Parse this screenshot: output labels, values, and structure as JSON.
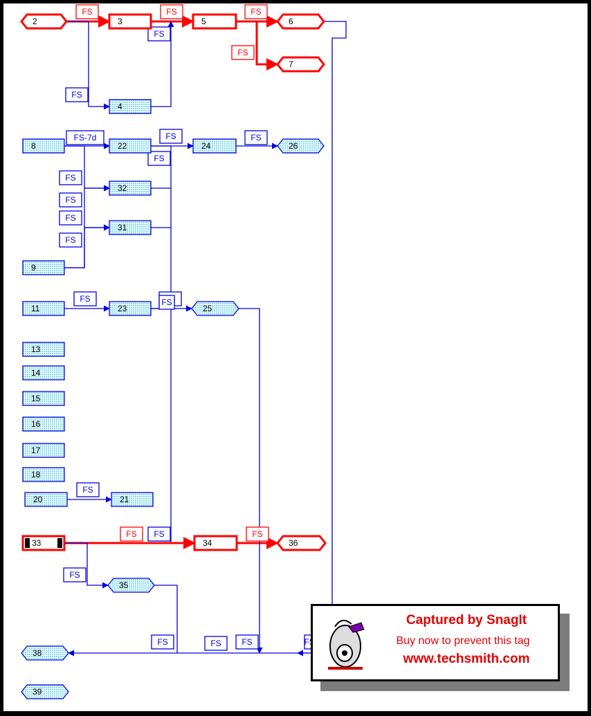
{
  "colors": {
    "critical": "#ff0000",
    "normal": "#0000e0",
    "fill_dotted": "#9fe8f2",
    "background": "#ffffff",
    "tag_red": "#e10000"
  },
  "nodes": [
    {
      "id": "n2",
      "label": "2",
      "shape": "milestone",
      "critical": true
    },
    {
      "id": "n3",
      "label": "3",
      "shape": "box",
      "critical": true
    },
    {
      "id": "n5",
      "label": "5",
      "shape": "box",
      "critical": true
    },
    {
      "id": "n6",
      "label": "6",
      "shape": "milestone",
      "critical": true
    },
    {
      "id": "n7",
      "label": "7",
      "shape": "milestone",
      "critical": true
    },
    {
      "id": "n4",
      "label": "4",
      "shape": "box",
      "critical": false
    },
    {
      "id": "n8",
      "label": "8",
      "shape": "box",
      "critical": false
    },
    {
      "id": "n22",
      "label": "22",
      "shape": "box",
      "critical": false
    },
    {
      "id": "n24",
      "label": "24",
      "shape": "box",
      "critical": false
    },
    {
      "id": "n26",
      "label": "26",
      "shape": "milestone",
      "critical": false
    },
    {
      "id": "n32",
      "label": "32",
      "shape": "box",
      "critical": false
    },
    {
      "id": "n31",
      "label": "31",
      "shape": "box",
      "critical": false
    },
    {
      "id": "n9",
      "label": "9",
      "shape": "box",
      "critical": false
    },
    {
      "id": "n11",
      "label": "11",
      "shape": "box",
      "critical": false
    },
    {
      "id": "n23",
      "label": "23",
      "shape": "box",
      "critical": false
    },
    {
      "id": "n25",
      "label": "25",
      "shape": "milestone",
      "critical": false
    },
    {
      "id": "n13",
      "label": "13",
      "shape": "box",
      "critical": false
    },
    {
      "id": "n14",
      "label": "14",
      "shape": "box",
      "critical": false
    },
    {
      "id": "n15",
      "label": "15",
      "shape": "box",
      "critical": false
    },
    {
      "id": "n16",
      "label": "16",
      "shape": "box",
      "critical": false
    },
    {
      "id": "n17",
      "label": "17",
      "shape": "box",
      "critical": false
    },
    {
      "id": "n18",
      "label": "18",
      "shape": "box",
      "critical": false
    },
    {
      "id": "n20",
      "label": "20",
      "shape": "box",
      "critical": false
    },
    {
      "id": "n21",
      "label": "21",
      "shape": "box",
      "critical": false
    },
    {
      "id": "n33",
      "label": "33",
      "shape": "box",
      "critical": true,
      "selected": true
    },
    {
      "id": "n34",
      "label": "34",
      "shape": "box",
      "critical": true
    },
    {
      "id": "n36",
      "label": "36",
      "shape": "milestone",
      "critical": true
    },
    {
      "id": "n35",
      "label": "35",
      "shape": "milestone",
      "critical": false
    },
    {
      "id": "n38",
      "label": "38",
      "shape": "milestone",
      "critical": false
    },
    {
      "id": "n39",
      "label": "39",
      "shape": "milestone",
      "critical": false
    }
  ],
  "links": [
    {
      "from": "n2",
      "to": "n3",
      "type": "FS",
      "critical": true
    },
    {
      "from": "n3",
      "to": "n5",
      "type": "FS",
      "critical": true
    },
    {
      "from": "n5",
      "to": "n6",
      "type": "FS",
      "critical": true
    },
    {
      "from": "n5",
      "to": "n7",
      "type": "FS",
      "critical": true
    },
    {
      "from": "n2",
      "to": "n4",
      "type": "FS",
      "critical": false
    },
    {
      "from": "n4",
      "to": "n5",
      "type": "FS",
      "critical": false
    },
    {
      "from": "n8",
      "to": "n22",
      "type": "FS-7d",
      "critical": false
    },
    {
      "from": "n22",
      "to": "n24",
      "type": "FS",
      "critical": false
    },
    {
      "from": "n24",
      "to": "n26",
      "type": "FS",
      "critical": false
    },
    {
      "from": "n8",
      "to": "n32",
      "type": "FS",
      "critical": false
    },
    {
      "from": "n9",
      "to": "n32",
      "type": "FS",
      "critical": false
    },
    {
      "from": "n8",
      "to": "n31",
      "type": "FS",
      "critical": false
    },
    {
      "from": "n9",
      "to": "n31",
      "type": "FS",
      "critical": false
    },
    {
      "from": "n22",
      "to": "n34",
      "type": "FS",
      "critical": false
    },
    {
      "from": "n11",
      "to": "n23",
      "type": "FS",
      "critical": false
    },
    {
      "from": "n23",
      "to": "n25",
      "type": "FS",
      "critical": false
    },
    {
      "from": "n20",
      "to": "n21",
      "type": "FS",
      "critical": false
    },
    {
      "from": "n33",
      "to": "n34",
      "type": "FS",
      "critical": true
    },
    {
      "from": "n34",
      "to": "n36",
      "type": "FS",
      "critical": true
    },
    {
      "from": "n33",
      "to": "n35",
      "type": "FS",
      "critical": false
    },
    {
      "from": "n35",
      "to": "n38",
      "type": "FS",
      "critical": false
    },
    {
      "from": "n25",
      "to": "n38",
      "type": "FS",
      "critical": false
    },
    {
      "from": "n6",
      "to": "n38",
      "type": "FS",
      "critical": false
    }
  ],
  "link_labels": [
    {
      "text": "FS",
      "critical": true
    },
    {
      "text": "FS",
      "critical": true
    },
    {
      "text": "FS",
      "critical": true
    },
    {
      "text": "FS",
      "critical": true
    },
    {
      "text": "FS",
      "critical": false
    },
    {
      "text": "FS",
      "critical": false
    },
    {
      "text": "FS-7d",
      "critical": false
    },
    {
      "text": "FS",
      "critical": false
    },
    {
      "text": "FS",
      "critical": false
    },
    {
      "text": "FS",
      "critical": false
    },
    {
      "text": "FS",
      "critical": false
    },
    {
      "text": "FS",
      "critical": false
    },
    {
      "text": "FS",
      "critical": false
    },
    {
      "text": "FS",
      "critical": false
    },
    {
      "text": "FS",
      "critical": false
    },
    {
      "text": "FS",
      "critical": false
    },
    {
      "text": "FS",
      "critical": false
    },
    {
      "text": "FS",
      "critical": false
    },
    {
      "text": "FS",
      "critical": true
    },
    {
      "text": "FS",
      "critical": false
    },
    {
      "text": "FS",
      "critical": true
    },
    {
      "text": "FS",
      "critical": false
    },
    {
      "text": "FS",
      "critical": false
    },
    {
      "text": "FS",
      "critical": false
    },
    {
      "text": "FS",
      "critical": false
    },
    {
      "text": "FS",
      "critical": false
    }
  ],
  "snagit_tag": {
    "title": "Captured by SnagIt",
    "subtitle": "Buy now to prevent this tag",
    "url": "www.techsmith.com",
    "logo_icon": "snagit-camera-logo"
  }
}
